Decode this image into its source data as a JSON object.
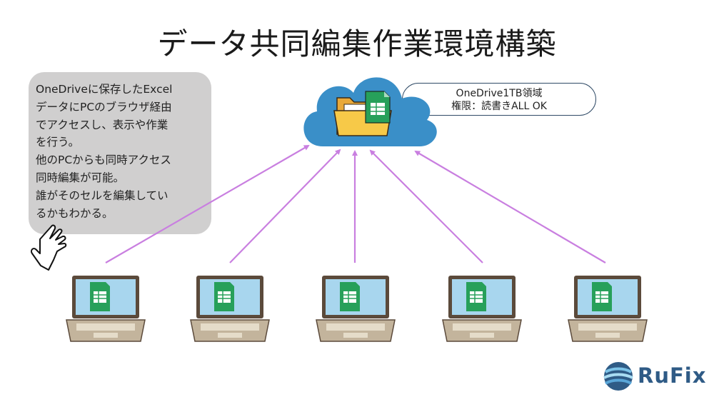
{
  "title": "データ共同編集作業環境構築",
  "note": {
    "lines": [
      "OneDriveに保存したExcel",
      "データにPCのブラウザ経由",
      "でアクセスし、表示や作業",
      "を行う。",
      "他のPCからも同時アクセス",
      "同時編集が可能。",
      "誰がそのセルを編集してい",
      "るかもわかる。"
    ]
  },
  "cloud_callout": {
    "line1": "OneDrive1TB領域",
    "line2": "権限：読書きALL OK"
  },
  "icons": {
    "cloud": "cloud-icon",
    "folder": "folder-icon",
    "spreadsheet": "spreadsheet-icon",
    "laptop": "laptop-icon",
    "pointer": "pointing-hand-icon",
    "logo": "globe-logo-icon"
  },
  "laptop_count": 5,
  "colors": {
    "cloud": "#3a8fc8",
    "folder": "#f7c948",
    "spreadsheet": "#27a05a",
    "arrow": "#c97fe0",
    "laptop_body": "#c3b49c",
    "laptop_frame": "#5b4a3b",
    "screen": "#a8d6ee",
    "note_bg": "#d0cfcf",
    "logo_text": "#2f5b86"
  },
  "logo": {
    "text": "RuFix"
  }
}
